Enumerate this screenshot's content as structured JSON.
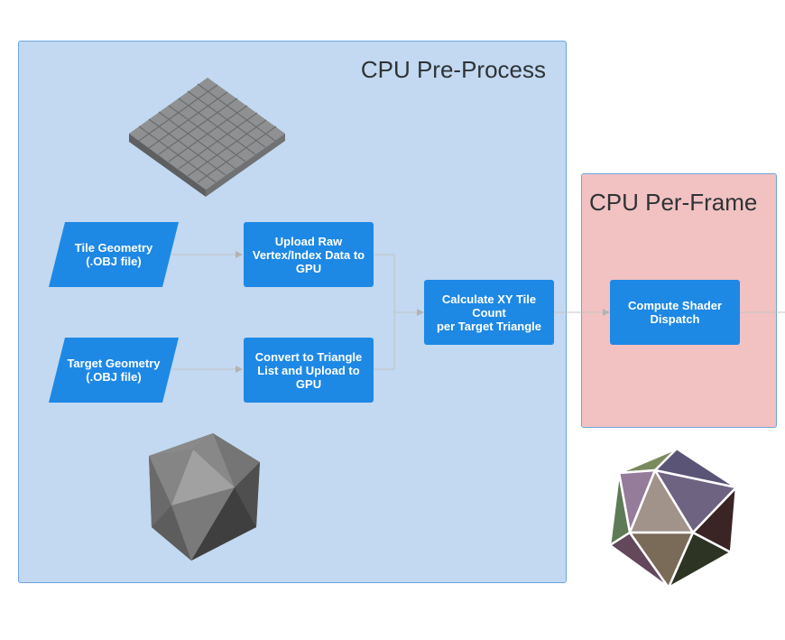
{
  "groups": {
    "pre_process": "CPU Pre-Process",
    "per_frame": "CPU Per-Frame"
  },
  "nodes": {
    "tile_geometry": "Tile Geometry\n(.OBJ file)",
    "target_geometry": "Target Geometry\n(.OBJ file)",
    "upload_raw": "Upload Raw\nVertex/Index Data to\nGPU",
    "convert_triangle": "Convert to Triangle\nList and Upload to\nGPU",
    "calculate_xy": "Calculate XY Tile\nCount\nper Target Triangle",
    "compute_dispatch": "Compute Shader\nDispatch"
  },
  "colors": {
    "pre_process_bg": "#c2d9f1",
    "per_frame_bg": "#f2c2c2",
    "node_blue": "#1e88e5",
    "connector": "#b3b3b3"
  },
  "icons": {
    "tile_mesh": "tile-mesh-render-icon",
    "grey_icosahedron": "grey-icosahedron-icon",
    "colored_icosahedron": "colored-icosahedron-icon"
  }
}
